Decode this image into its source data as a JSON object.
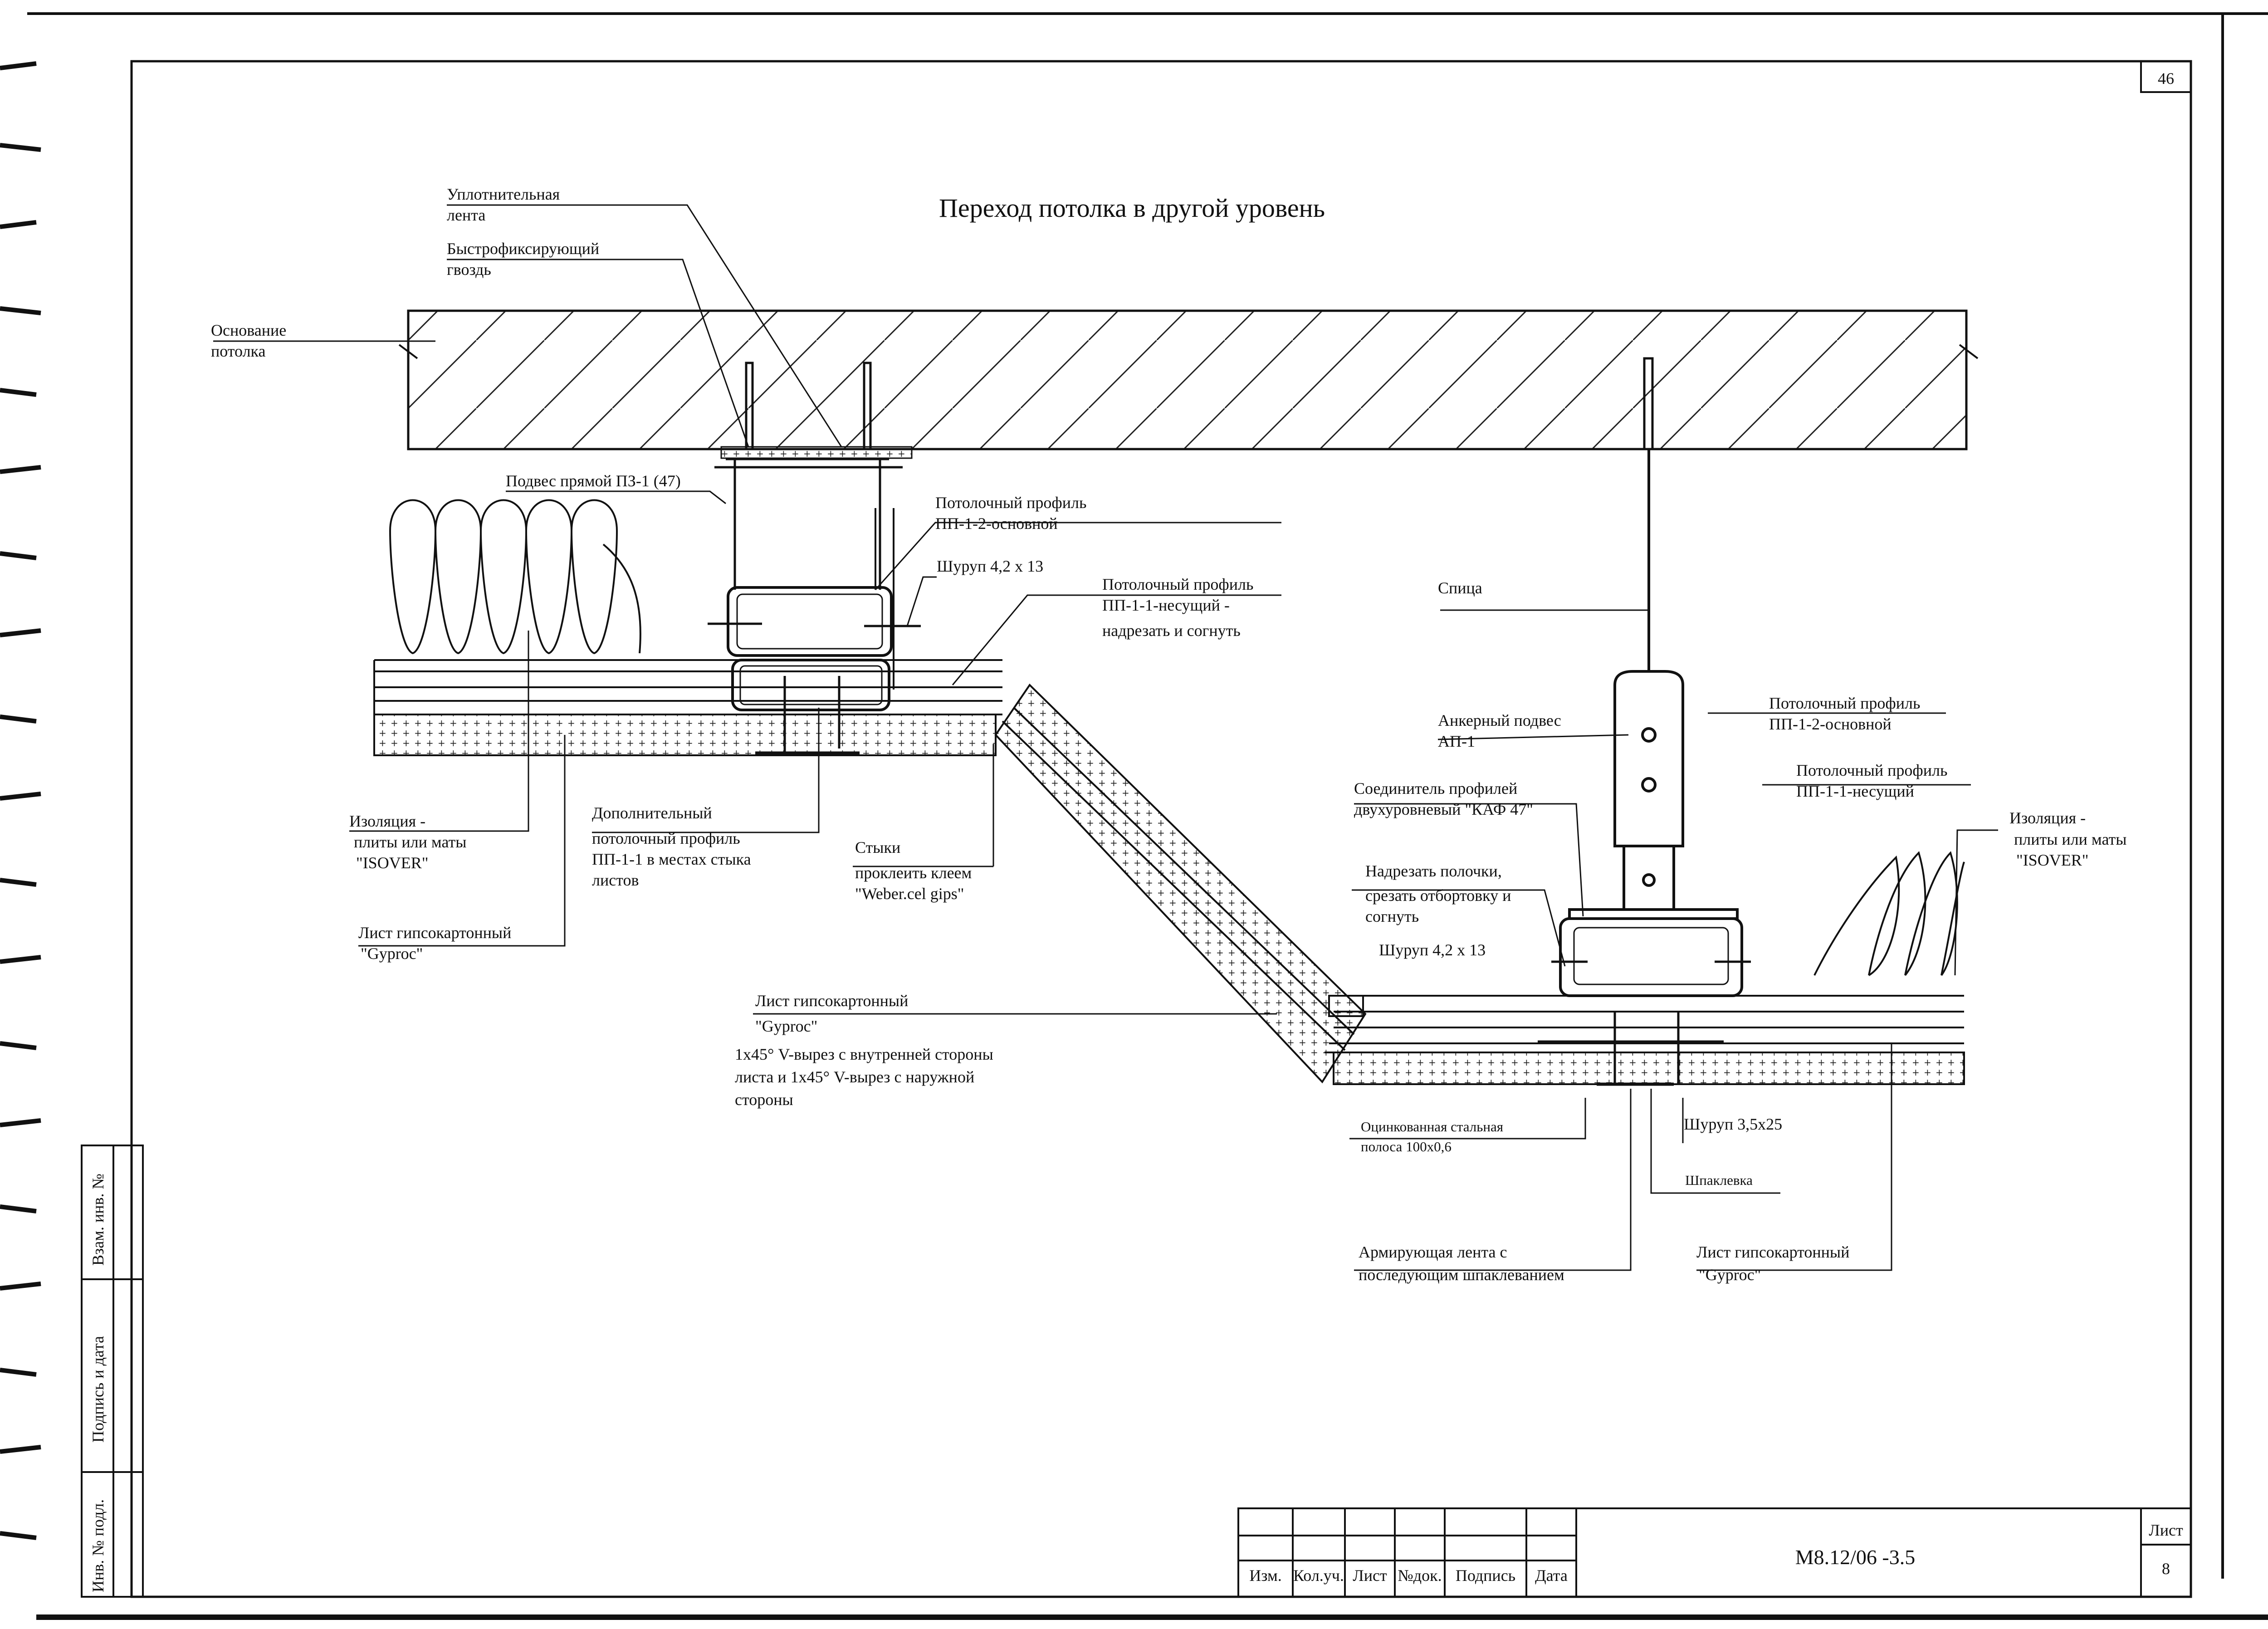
{
  "sheet_number_top": "46",
  "title": "Переход потолка в другой уровень",
  "labels": {
    "seal_tape": [
      "Уплотнительная",
      "лента"
    ],
    "quick_nail": [
      "Быстрофиксирующий",
      "гвоздь"
    ],
    "ceiling_base": [
      "Основание",
      "потолка"
    ],
    "direct_hanger": "Подвес прямой ПЗ-1 (47)",
    "profile_main_left": [
      "Потолочный профиль",
      "ПП-1-2-основной"
    ],
    "screw_left": "Шуруп 4,2 х 13",
    "profile_bearing_cut": [
      "Потолочный профиль",
      "ПП-1-1-несущий -",
      "надрезать и согнуть"
    ],
    "rod": "Спица",
    "anchor_hanger": [
      "Анкерный подвес",
      "АП-1"
    ],
    "profile_main_right": [
      "Потолочный профиль",
      "ПП-1-2-основной"
    ],
    "connector": [
      "Соединитель профилей",
      "двухуровневый \"КАФ 47\""
    ],
    "profile_bearing_right": [
      "Потолочный профиль",
      "ПП-1-1-несущий"
    ],
    "insulation_left": [
      "Изоляция -",
      "плиты или маты",
      "\"ISOVER\""
    ],
    "insulation_right": [
      "Изоляция -",
      "плиты или маты",
      "\"ISOVER\""
    ],
    "extra_profile": [
      "Дополнительный",
      "потолочный профиль",
      "ПП-1-1  в местах стыка",
      "листов"
    ],
    "joints": [
      "Стыки",
      "проклеить клеем",
      "\"Weber.cel gips\""
    ],
    "cut_flanges": [
      "Надрезать полочки,",
      "срезать отбортовку и",
      "согнуть"
    ],
    "screw_right": "Шуруп 4,2 х 13",
    "gypsum_left": [
      "Лист гипсокартонный",
      "\"Gyproc\""
    ],
    "gypsum_middle": [
      "Лист гипсокартонный",
      "\"Gyproc\"",
      "1х45°  V-вырез с внутренней стороны",
      "листа и  1х45° V-вырез с наружной",
      "стороны"
    ],
    "steel_strip": [
      "Оцинкованная стальная",
      "полоса 100х0,6"
    ],
    "screw_small": "Шуруп 3,5х25",
    "putty": "Шпаклевка",
    "reinforcing_tape": [
      "Армирующая лента с",
      "последующим шпаклеванием"
    ],
    "gypsum_right": [
      "Лист гипсокартонный",
      "\"Gyproc\""
    ]
  },
  "side_stamp": {
    "inv_no": "Инв. № подл.",
    "sign_date": "Подпись и дата",
    "replace_inv": "Взам. инв. №"
  },
  "title_block": {
    "headers": [
      "Изм.",
      "Кол.уч.",
      "Лист",
      "№док.",
      "Подпись",
      "Дата"
    ],
    "doc_code": "М8.12/06 -3.5",
    "sheet_label": "Лист",
    "sheet_number": "8"
  }
}
